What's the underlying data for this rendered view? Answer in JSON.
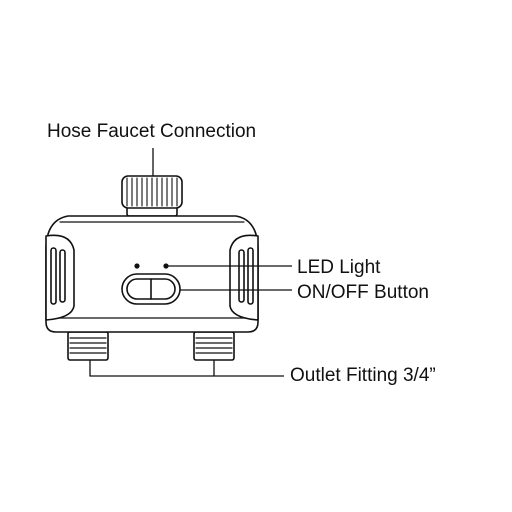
{
  "callouts": {
    "hose_faucet": "Hose Faucet Connection",
    "led_light": "LED Light",
    "on_off_button": "ON/OFF Button",
    "outlet_fitting": "Outlet Fitting 3/4”"
  },
  "colors": {
    "line": "#111111",
    "background": "#ffffff",
    "fill": "#ffffff"
  }
}
